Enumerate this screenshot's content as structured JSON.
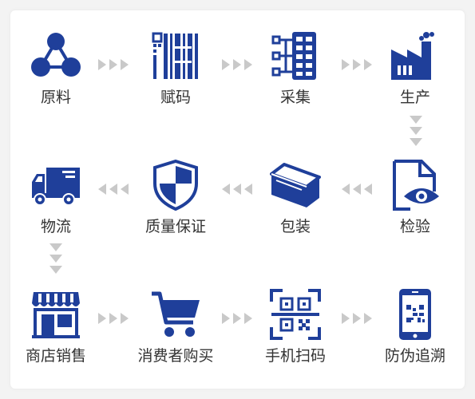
{
  "colors": {
    "icon": "#1f3f9a",
    "arrow": "#c9c9c9",
    "text": "#333333"
  },
  "steps": [
    {
      "label": "原料",
      "icon": "molecule-icon"
    },
    {
      "label": "赋码",
      "icon": "barcode-icon"
    },
    {
      "label": "采集",
      "icon": "data-collection-icon"
    },
    {
      "label": "生产",
      "icon": "factory-icon"
    },
    {
      "label": "检验",
      "icon": "inspection-document-icon"
    },
    {
      "label": "包装",
      "icon": "package-box-icon"
    },
    {
      "label": "质量保证",
      "icon": "shield-icon"
    },
    {
      "label": "物流",
      "icon": "delivery-truck-icon"
    },
    {
      "label": "商店销售",
      "icon": "storefront-icon"
    },
    {
      "label": "消费者购买",
      "icon": "shopping-cart-icon"
    },
    {
      "label": "手机扫码",
      "icon": "qr-scan-icon"
    },
    {
      "label": "防伪追溯",
      "icon": "phone-qr-icon"
    }
  ]
}
